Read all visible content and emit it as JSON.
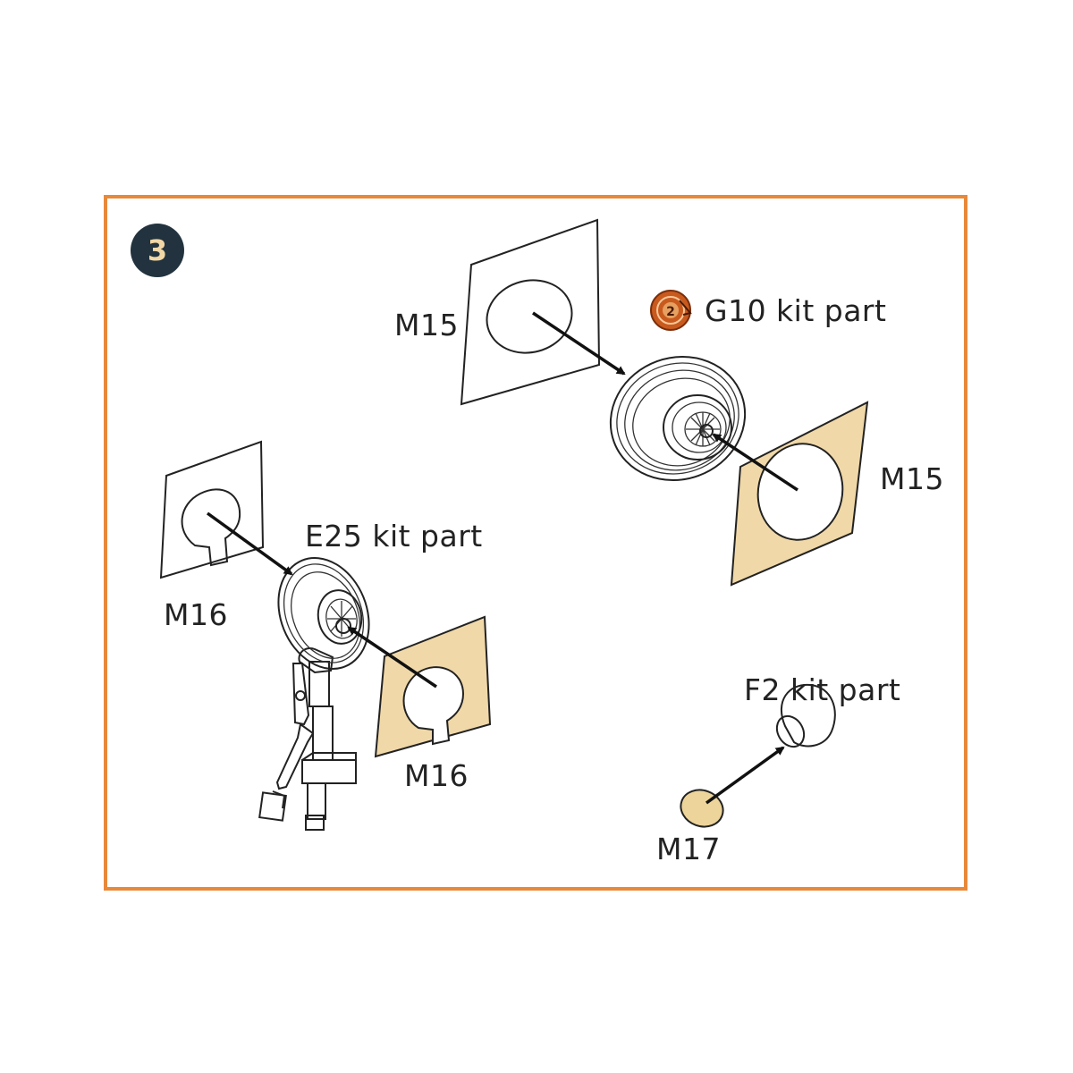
{
  "step": {
    "number": "3"
  },
  "labels": {
    "m15_top": "M15",
    "g10": "G10 kit part",
    "m15_right": "M15",
    "e25": "E25 kit part",
    "m16_left": "M16",
    "m16_right": "M16",
    "f2": "F2 kit part",
    "m17": "M17"
  },
  "g10_icon": {
    "number": "2"
  },
  "colors": {
    "frame": "#E8893A",
    "badge": "#22333F",
    "mask_fill": "#F0D8A8",
    "g10_icon": "#C95A1E"
  }
}
